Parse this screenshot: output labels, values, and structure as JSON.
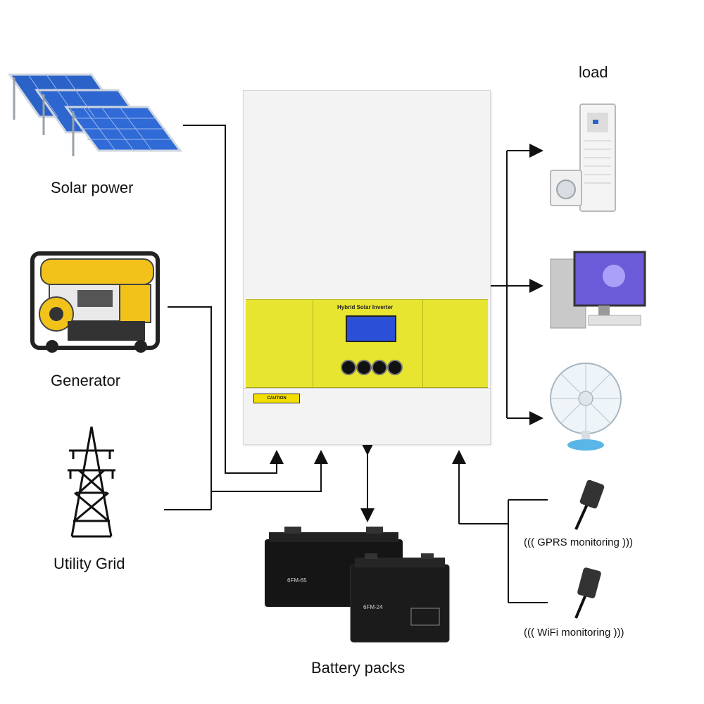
{
  "sources": {
    "solar": "Solar power",
    "generator": "Generator",
    "grid": "Utility Grid"
  },
  "inverter": {
    "name": "Hybrid Solar Inverter",
    "caution": "CAUTION"
  },
  "load_label": "load",
  "battery_label": "Battery packs",
  "batteries": {
    "large": "6FM-65",
    "small": "6FM-24"
  },
  "monitoring": {
    "gprs": "GPRS monitoring",
    "wifi": "WiFi monitoring"
  },
  "colors": {
    "wire": "#111111",
    "panel_yellow": "#e7e52f",
    "solar_blue": "#2a62c8",
    "generator_yellow": "#f2c21b",
    "lcd_blue": "#2b4fd6"
  }
}
